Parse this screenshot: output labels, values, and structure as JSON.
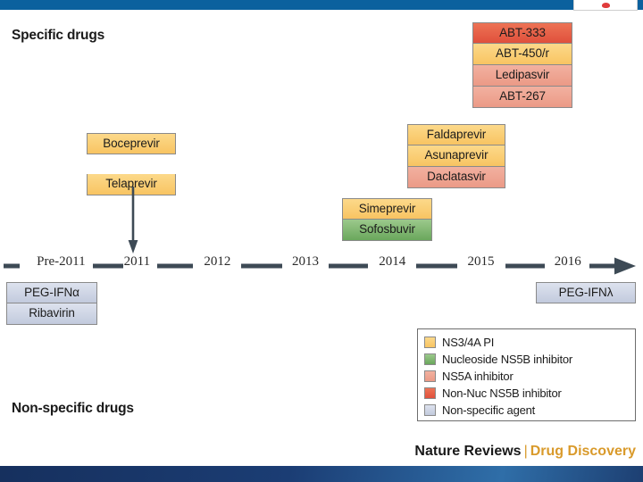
{
  "slide": {
    "headings": {
      "specific": "Specific drugs",
      "nonspecific": "Non-specific drugs"
    },
    "footer": {
      "brand": "Nature Reviews",
      "separator": "|",
      "title": "Drug Discovery"
    },
    "corner_widget": {
      "icon": "red-marker-icon"
    }
  },
  "timeline": {
    "years": [
      "Pre-2011",
      "2011",
      "2012",
      "2013",
      "2014",
      "2015",
      "2016"
    ],
    "x_percent": [
      9.5,
      21.0,
      34.0,
      47.5,
      61.0,
      74.5,
      88.5
    ],
    "arrow": "right-arrow-icon",
    "line_color": "#3d4a55"
  },
  "drug_stacks": [
    {
      "id": "boceprevir-telaprevir",
      "year_anchor": "2011",
      "boxes": [
        {
          "label": "Boceprevir",
          "class": "ns3_4a_pi"
        },
        {
          "label": "Telaprevir",
          "class": "ns3_4a_pi"
        }
      ]
    },
    {
      "id": "simeprevir-sofosbuvir",
      "year_anchor": "2014",
      "boxes": [
        {
          "label": "Simeprevir",
          "class": "ns3_4a_pi"
        },
        {
          "label": "Sofosbuvir",
          "class": "nucleoside_ns5b_inhibitor"
        }
      ]
    },
    {
      "id": "faldaprevir-group",
      "year_anchor": "2014-2015",
      "boxes": [
        {
          "label": "Faldaprevir",
          "class": "ns3_4a_pi"
        },
        {
          "label": "Asunaprevir",
          "class": "ns3_4a_pi"
        },
        {
          "label": "Daclatasvir",
          "class": "ns5a_inhibitor"
        }
      ]
    },
    {
      "id": "abt-group",
      "year_anchor": "2015-2016",
      "boxes": [
        {
          "label": "ABT-333",
          "class": "non_nuc_ns5b_inhibitor"
        },
        {
          "label": "ABT-450/r",
          "class": "ns3_4a_pi"
        },
        {
          "label": "Ledipasvir",
          "class": "ns5a_inhibitor"
        },
        {
          "label": "ABT-267",
          "class": "ns5a_inhibitor"
        }
      ]
    }
  ],
  "nonspecific_stacks": [
    {
      "id": "peg-ifn-alpha-ribavirin",
      "boxes": [
        {
          "label": "PEG-IFNα",
          "class": "non_specific_agent"
        },
        {
          "label": "Ribavirin",
          "class": "non_specific_agent"
        }
      ]
    },
    {
      "id": "peg-ifn-lambda",
      "boxes": [
        {
          "label": "PEG-IFNλ",
          "class": "non_specific_agent"
        }
      ]
    }
  ],
  "legend": {
    "items": [
      {
        "label": "NS3/4A PI",
        "class": "ns3_4a_pi",
        "color": "#f8c462"
      },
      {
        "label": "Nucleoside NS5B inhibitor",
        "class": "nucleoside_ns5b_inhibitor",
        "color": "#6aa75c"
      },
      {
        "label": "NS5A inhibitor",
        "class": "ns5a_inhibitor",
        "color": "#eb9a86"
      },
      {
        "label": "Non-Nuc NS5B inhibitor",
        "class": "non_nuc_ns5b_inhibitor",
        "color": "#e0503c"
      },
      {
        "label": "Non-specific agent",
        "class": "non_specific_agent",
        "color": "#c2cadd"
      }
    ]
  },
  "colors": {
    "top_bar": "#0b619e",
    "bottom_bar": "#1b3d74",
    "accent_gold": "#d99a2b",
    "timeline": "#3d4a55"
  }
}
